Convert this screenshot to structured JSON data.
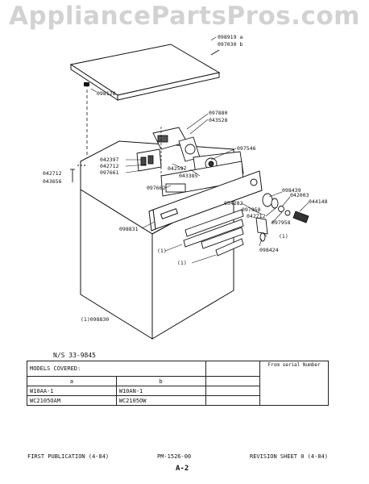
{
  "watermark": "AppliancePartsPros.com",
  "callouts": {
    "top_cover_a": "098919 a",
    "top_cover_b": "097030 b",
    "p098128": "098128",
    "p097880": "097880",
    "p043528": "043528",
    "p097546": "097546",
    "p042397": "042397",
    "p042712_a": "042712",
    "p097661": "097661",
    "p042597": "042597",
    "p043385": "043385",
    "p042712_left": "042712",
    "p043656": "043656",
    "p097662": "097662",
    "p098439": "098439",
    "p042003": "042003",
    "p044148": "044148",
    "p054282": "054282",
    "p097958_a": "097958",
    "p042712_b": "042712",
    "p097958_b": "097958",
    "p098831": "098831",
    "p098424": "098424",
    "one_a": "(1)",
    "one_b": "(1)",
    "one_c": "(1)",
    "cabinet": "(1)098830"
  },
  "ns_label": "N/S 33-9845",
  "table": {
    "title": "MODELS COVERED:",
    "from_serial": "From serial Number",
    "col_a": "a",
    "col_b": "b",
    "rows": [
      {
        "a": "W10AA-1",
        "b": "W10AN-1"
      },
      {
        "a": "WC2105OAM",
        "b": "WC2105OW"
      }
    ]
  },
  "footer": {
    "left": "FIRST PUBLICATION (4-84)",
    "center": "PM-1526-00",
    "right": "REVISION SHEET 0 (4-84)",
    "page": "A-2"
  }
}
